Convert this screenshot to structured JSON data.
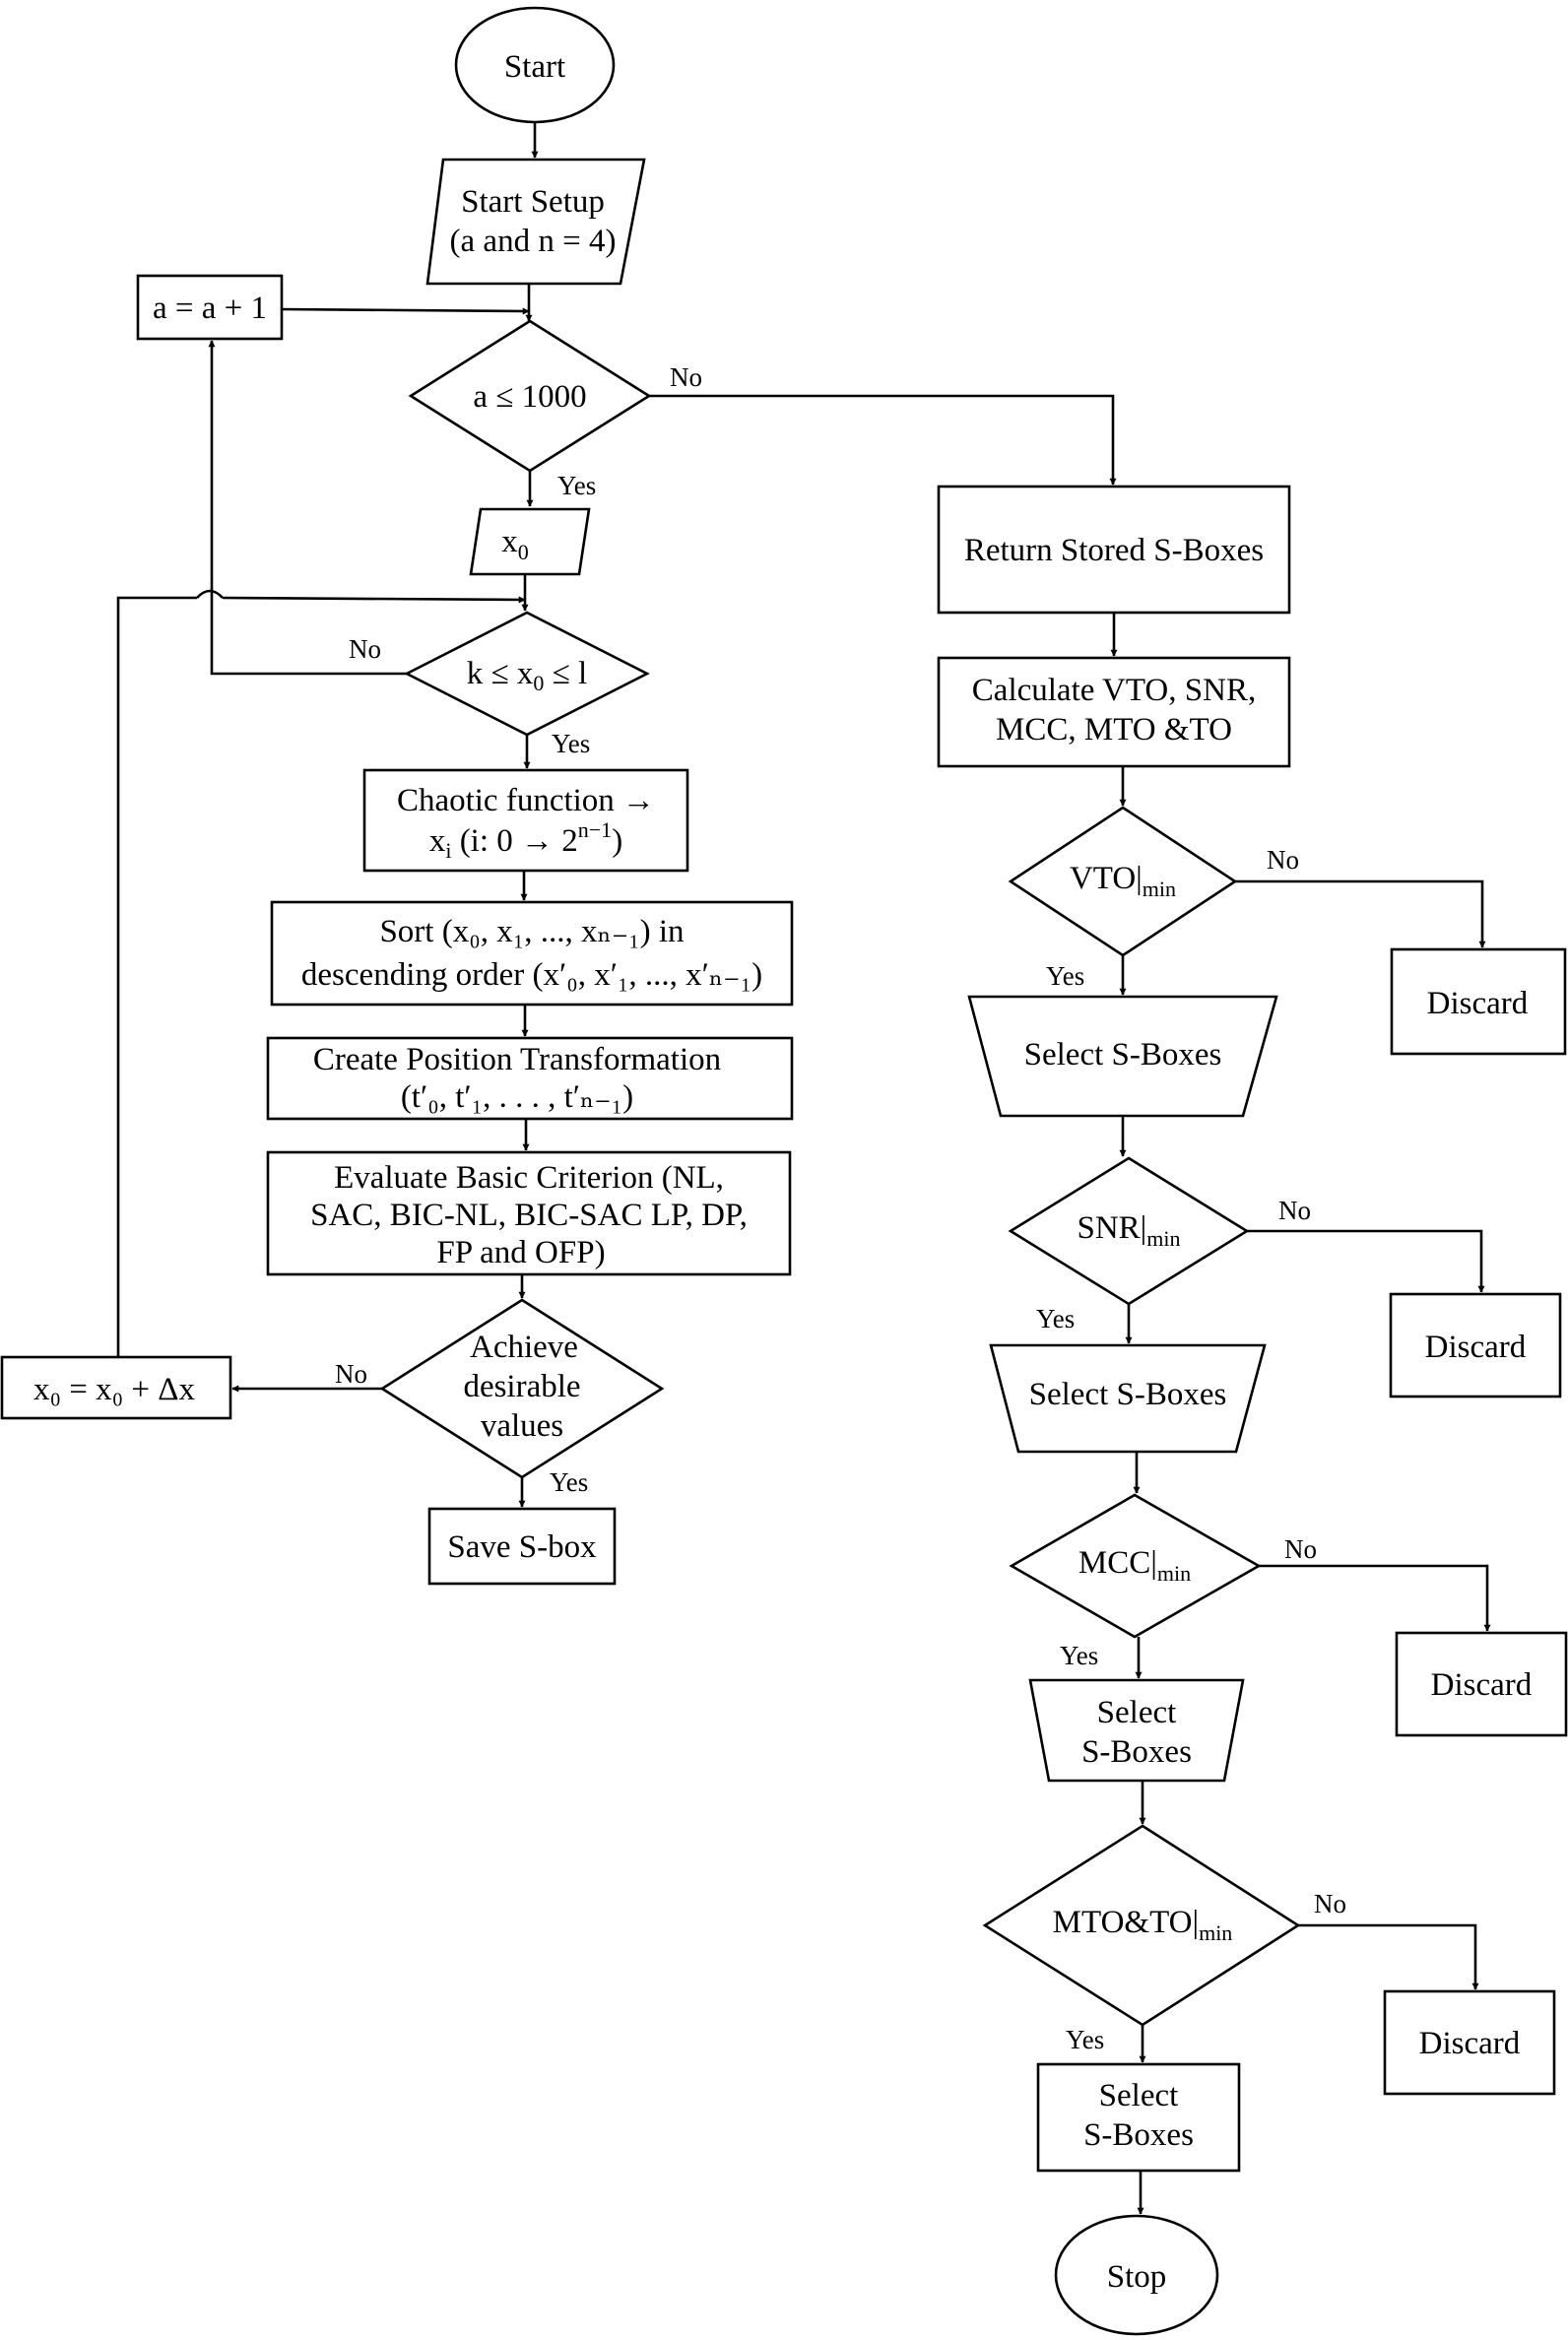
{
  "nodes": {
    "start": "Start",
    "setup_1": "Start Setup",
    "setup_2": "(a and n = 4)",
    "increment": "a = a + 1",
    "cond_a": "a ≤ 1000",
    "x0": "x",
    "x0_sub": "0",
    "cond_k_1": "k ≤ x",
    "cond_k_sub": "0",
    "cond_k_2": " ≤ l",
    "chaotic_1": "Chaotic function →",
    "chaotic_2a": "x",
    "chaotic_2sub": "i",
    "chaotic_2b": " (i: 0 → 2",
    "chaotic_2sup": "n−1",
    "chaotic_2c": ")",
    "sort_1": "Sort (x₀, x₁, ..., xₙ₋₁) in",
    "sort_2": "descending order (x′₀, x′₁, ..., x′ₙ₋₁)",
    "position_1": "Create Position Transformation",
    "position_2": "(t′₀, t′₁, . . . , t′ₙ₋₁)",
    "evaluate_1": "Evaluate Basic Criterion (NL,",
    "evaluate_2": "SAC, BIC-NL, BIC-SAC LP, DP,",
    "evaluate_3": "FP and OFP)",
    "achieve_1": "Achieve",
    "achieve_2": "desirable",
    "achieve_3": "values",
    "update_x0": "x₀ = x₀ + Δx",
    "save": "Save S-box",
    "return": "Return Stored S-Boxes",
    "calc_1": "Calculate VTO, SNR,",
    "calc_2": "MCC, MTO &TO",
    "vto": "VTO|",
    "snr": "SNR|",
    "mcc": "MCC|",
    "mto": "MTO&TO|",
    "min": "min",
    "select_1": "Select S-Boxes",
    "select_2": "Select S-Boxes",
    "select_3a": "Select",
    "select_3b": "S-Boxes",
    "select_4a": "Select",
    "select_4b": "S-Boxes",
    "discard": "Discard",
    "stop": "Stop"
  },
  "edges": {
    "yes": "Yes",
    "no": "No"
  }
}
